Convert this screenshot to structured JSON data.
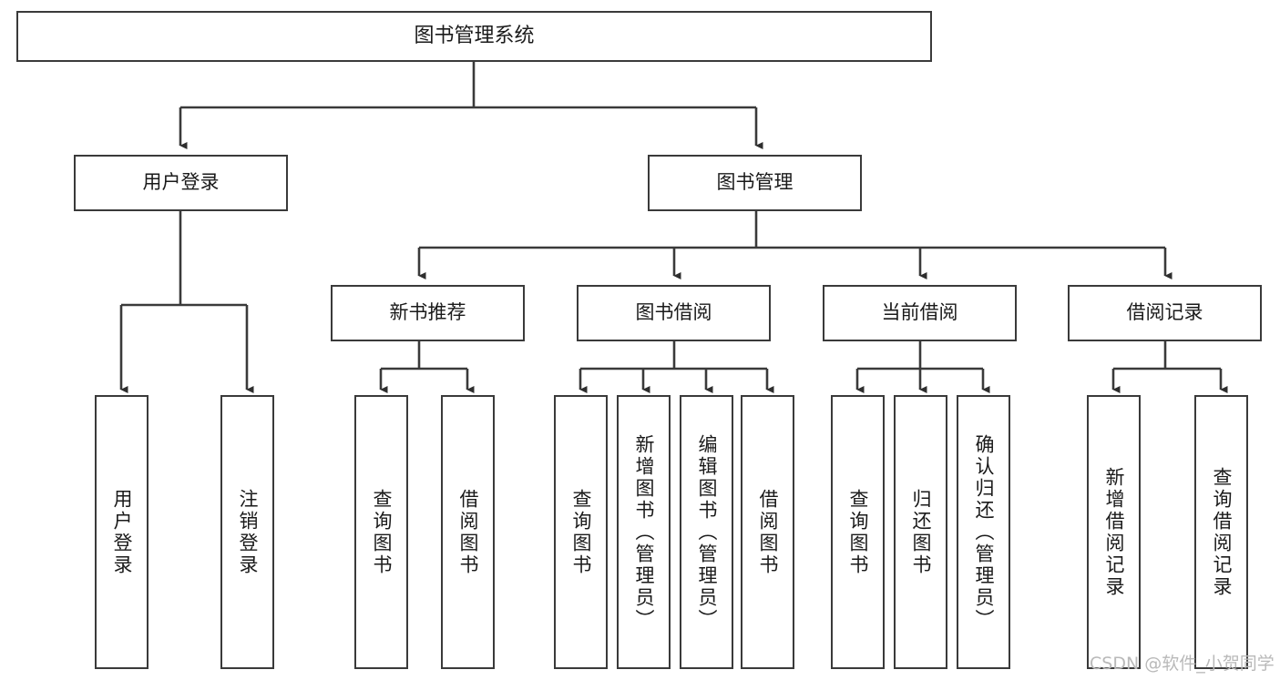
{
  "diagram": {
    "title": "图书管理系统",
    "type": "hierarchy-tree",
    "line_color": "#3a3a3a",
    "box_fill": "#ffffff",
    "text_color": "#1a1a1a",
    "levels": {
      "root": {
        "label": "图书管理系统"
      },
      "level2": [
        {
          "label": "用户登录"
        },
        {
          "label": "图书管理"
        }
      ],
      "level3": [
        {
          "label": "新书推荐"
        },
        {
          "label": "图书借阅"
        },
        {
          "label": "当前借阅"
        },
        {
          "label": "借阅记录"
        }
      ],
      "leaves": {
        "user_login": [
          {
            "label": "用户登录"
          },
          {
            "label": "注销登录"
          }
        ],
        "new_book_recommend": [
          {
            "label": "查询图书"
          },
          {
            "label": "借阅图书"
          }
        ],
        "book_borrow": [
          {
            "label": "查询图书"
          },
          {
            "label": "新增图书（管理员）"
          },
          {
            "label": "编辑图书（管理员）"
          },
          {
            "label": "借阅图书"
          }
        ],
        "current_borrow": [
          {
            "label": "查询图书"
          },
          {
            "label": "归还图书"
          },
          {
            "label": "确认归还（管理员）"
          }
        ],
        "borrow_record": [
          {
            "label": "新增借阅记录"
          },
          {
            "label": "查询借阅记录"
          }
        ]
      }
    }
  },
  "watermark": {
    "text": "CSDN @软件_小贺同学",
    "color": "#b9b9b9"
  }
}
